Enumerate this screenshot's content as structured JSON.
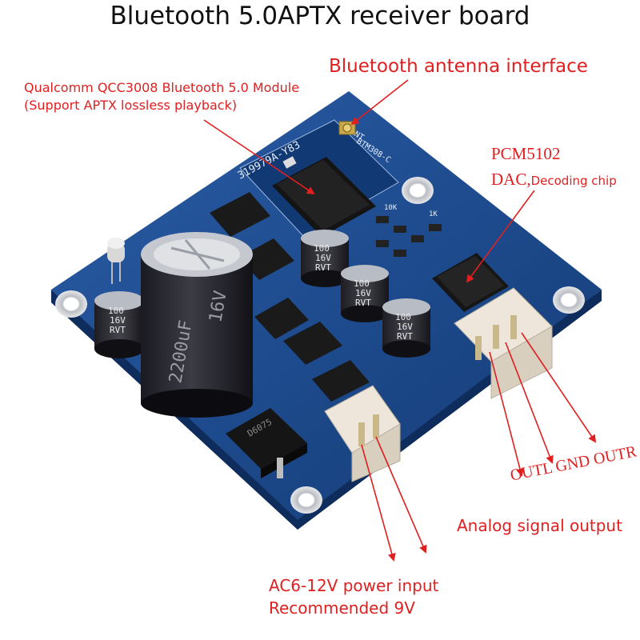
{
  "title": "Bluetooth 5.0APTX receiver board",
  "labels": {
    "antenna": "Bluetooth antenna interface",
    "module_line1": "Qualcomm QCC3008 Bluetooth 5.0 Module",
    "module_line2": "(Support APTX lossless playback)",
    "dac_line1": "PCM5102",
    "dac_prefix": "DAC,",
    "dac_suffix": "Decoding chip",
    "outputs": "OUTL GND OUTR",
    "analog": "Analog signal output",
    "power_line1": "AC6-12V power input",
    "power_line2": "Recommended 9V"
  },
  "board_markings": {
    "module_code": "319979A-Y83",
    "module_name": "BTM308-C",
    "ant": "ANT",
    "cap_big": "2200uF",
    "cap_big_voltage": "16V",
    "cap_small_value": "100",
    "cap_small_voltage": "16V",
    "cap_small_brand": "RVT",
    "resistor_1k": "1K",
    "resistor_10k": "10K",
    "regulator": "D6075"
  },
  "colors": {
    "annotation": "#e02020",
    "pcb": "#1d4a8c",
    "pcb_dark": "#0f2d5c",
    "pcb_edge": "#0a1e42",
    "connector": "#eee6da"
  }
}
